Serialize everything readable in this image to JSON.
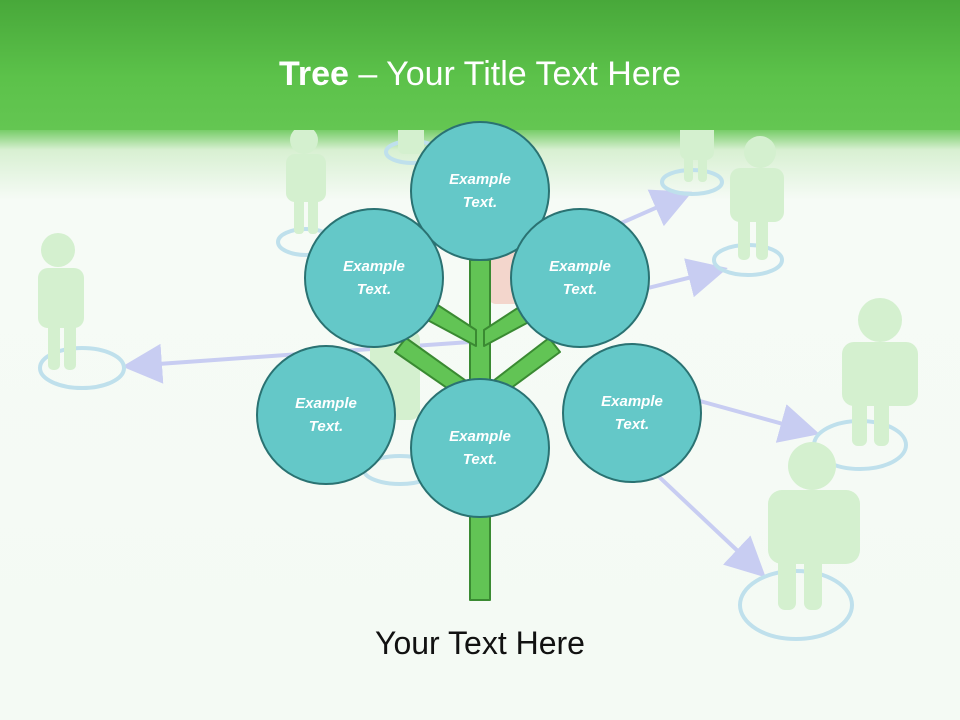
{
  "slide": {
    "title_bold": "Tree",
    "title_dash": " – ",
    "title_rest": "Your Title Text Here",
    "caption": "Your Text Here"
  },
  "nodes": [
    {
      "id": "top",
      "text": "Example Text."
    },
    {
      "id": "upper-left",
      "text": "Example Text."
    },
    {
      "id": "upper-right",
      "text": "Example Text."
    },
    {
      "id": "lower-left",
      "text": "Example Text."
    },
    {
      "id": "center",
      "text": "Example Text."
    },
    {
      "id": "lower-right",
      "text": "Example Text."
    }
  ],
  "colors": {
    "header": "#5cc24a",
    "node_fill": "#64c8c8",
    "node_border": "#2a7272",
    "trunk": "#62c455",
    "trunk_border": "#3a8a32"
  }
}
